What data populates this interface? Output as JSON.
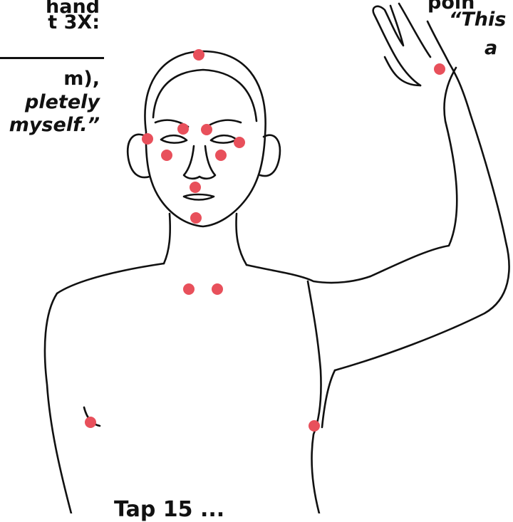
{
  "text": {
    "top_left_1": "hand",
    "top_left_2": "t 3X:",
    "top_left_3": "m),",
    "top_left_4": "pletely",
    "top_left_5": "myself.”",
    "top_right_1": "poin",
    "top_right_2": "“This",
    "top_right_3": "a",
    "bottom": "Tap 15 ..."
  },
  "point_color": "#e8505b",
  "points": [
    {
      "name": "crown-point"
    },
    {
      "name": "eyebrow-inner-left-point"
    },
    {
      "name": "eyebrow-inner-right-point"
    },
    {
      "name": "eye-outer-left-point"
    },
    {
      "name": "eye-outer-right-point"
    },
    {
      "name": "under-eye-left-point"
    },
    {
      "name": "under-eye-right-point"
    },
    {
      "name": "under-nose-point"
    },
    {
      "name": "chin-point"
    },
    {
      "name": "collarbone-left-point"
    },
    {
      "name": "collarbone-right-point"
    },
    {
      "name": "underarm-left-point"
    },
    {
      "name": "underarm-right-point"
    },
    {
      "name": "hand-karate-chop-point"
    }
  ]
}
